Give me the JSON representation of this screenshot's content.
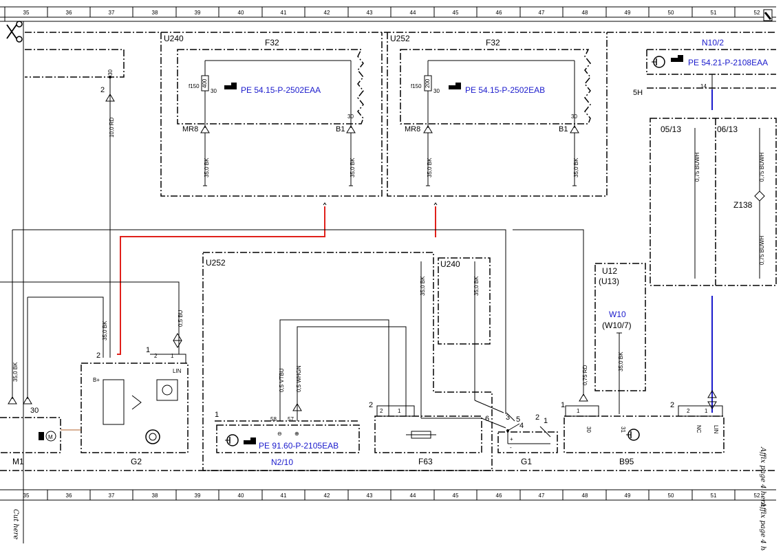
{
  "colors": {
    "red_wire": "#e0201a",
    "blue_wire": "#1a1acc",
    "link_text": "#1a1acc",
    "brown_wire": "#b0602a"
  },
  "grid_columns": [
    "35",
    "36",
    "37",
    "38",
    "39",
    "40",
    "41",
    "42",
    "43",
    "44",
    "45",
    "46",
    "47",
    "48",
    "49",
    "50",
    "51",
    "52"
  ],
  "icons": {
    "cut": "scissors-icon",
    "reference": "pointing-hand-icon",
    "component_circle": "transistor-symbol-icon"
  },
  "side_text": {
    "affix": "Affix page 4 here",
    "cut": "Cut here"
  },
  "components": {
    "u240_top": {
      "name": "U240",
      "fuse": "F32",
      "ref": "PE 54.15-P-2502EAA",
      "fuse_label": "f150",
      "fuse_rating": "400",
      "pin_top": "30",
      "pin_right": "30",
      "conn_left": "MR8",
      "conn_right": "B1"
    },
    "u252_top": {
      "name": "U252",
      "fuse": "F32",
      "ref": "PE 54.15-P-2502EAB",
      "fuse_label": "f150",
      "fuse_rating": "200",
      "pin_top": "30",
      "pin_right": "30",
      "conn_left": "MR8",
      "conn_right": "B1"
    },
    "n10_2": {
      "name": "N10/2",
      "ref": "PE 54.21-P-2108EAA",
      "conn": "5H",
      "pin": "14"
    },
    "u252_bottom": {
      "name": "U252"
    },
    "u240_bottom": {
      "name": "U240"
    },
    "u12": {
      "name": "U12",
      "alt": "(U13)"
    },
    "w10": {
      "name": "W10",
      "alt": "(W10/7)"
    },
    "n2_10": {
      "name": "N2/10",
      "ref": "PE 91.60-P-2105EAB",
      "pin_a": "58",
      "pin_b": "57",
      "pin_num": "1",
      "minus": "⊖",
      "plus": "⊕"
    },
    "f63": {
      "name": "F63",
      "pin_a": "2",
      "pin_b": "1",
      "pin_num": "2"
    },
    "g1": {
      "name": "G1",
      "plus": "+",
      "minus": "-"
    },
    "g2": {
      "name": "G2",
      "pin1": "1",
      "pin2": "2",
      "pin_lin": "1",
      "lin": "LIN",
      "bplus": "B+"
    },
    "b95": {
      "name": "B95",
      "pin1": "1",
      "pin2": "2",
      "pin30": "30",
      "pin31": "31",
      "nc": "NC",
      "lin": "LIN"
    },
    "m1": {
      "name": "M1",
      "pin30": "30",
      "m": "M"
    },
    "z138": {
      "name": "Z138"
    },
    "conn_05_13": {
      "name": "05/13"
    },
    "conn_06_13": {
      "name": "06/13"
    }
  },
  "wire_labels": {
    "rd10": "10,0 RD",
    "bk35": "35,0 BK",
    "bu05": "0,5 BU",
    "vtbu": "0,5 VTBU",
    "whgn": "0,5 WHGN",
    "rd075": "0,75 RD",
    "buwh075": "0,75 BUWH"
  },
  "pins": {
    "p1": "1",
    "p2": "2",
    "p3": "3",
    "p4": "4",
    "p5": "5",
    "p6": "6",
    "p30": "30"
  }
}
